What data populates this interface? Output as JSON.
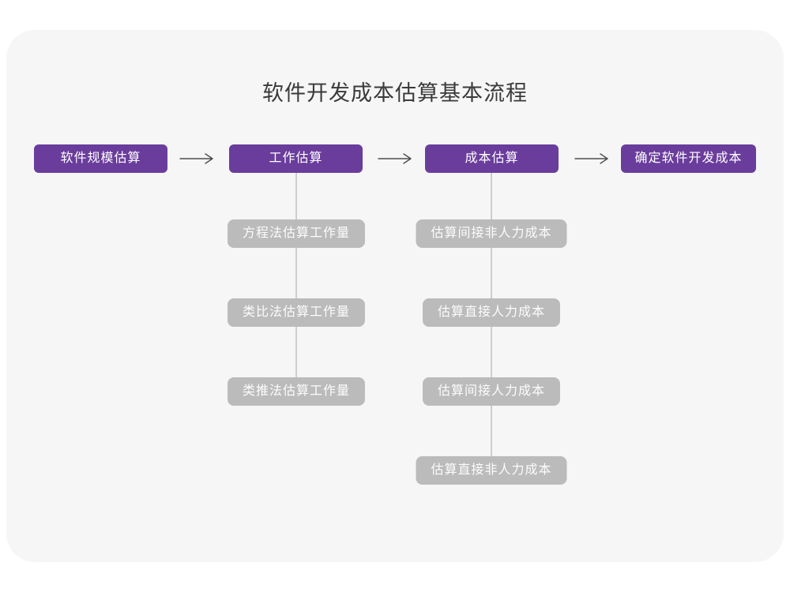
{
  "title": "软件开发成本估算基本流程",
  "flow": {
    "stages": [
      {
        "label": "软件规模估算"
      },
      {
        "label": "工作估算"
      },
      {
        "label": "成本估算"
      },
      {
        "label": "确定软件开发成本"
      }
    ],
    "work_methods": [
      "方程法估算工作量",
      "类比法估算工作量",
      "类推法估算工作量"
    ],
    "cost_items": [
      "估算间接非人力成本",
      "估算直接人力成本",
      "估算间接人力成本",
      "估算直接非人力成本"
    ]
  },
  "colors": {
    "stage_bg": "#6a3d9c",
    "stage_text": "#ffffff",
    "sub_bg": "#bbbbbb",
    "sub_text": "#fcfcfc",
    "card_bg": "#f6f6f7",
    "page_bg": "#ffffff",
    "arrow": "#4d4d4d",
    "connector": "#cdcdcd",
    "title_text": "#3a3a3a"
  }
}
